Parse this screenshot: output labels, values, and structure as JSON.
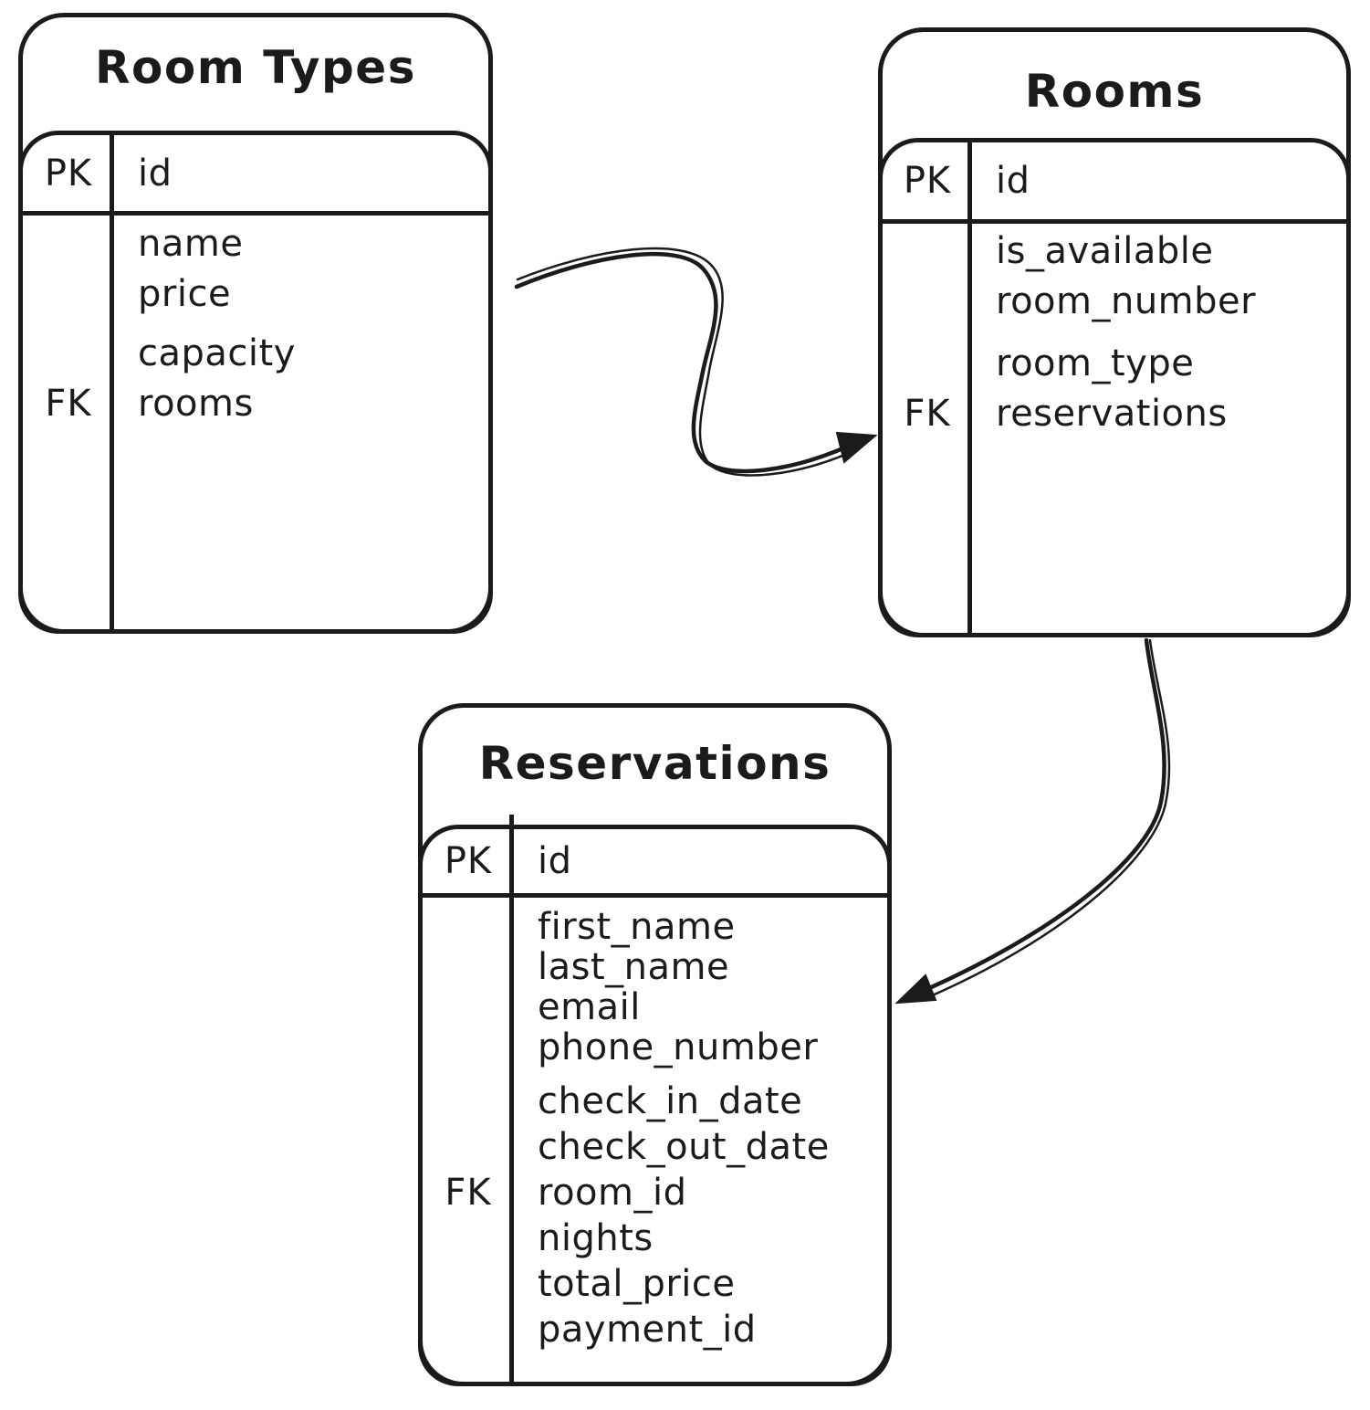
{
  "diagram": {
    "background_color": "#ffffff",
    "stroke_color": "#1b1b1b",
    "style": "hand-drawn entity relationship diagram"
  },
  "tables": [
    {
      "id": "room_types",
      "title": "Room Types",
      "pk": {
        "key": "PK",
        "field": "id"
      },
      "fields": [
        {
          "key": "",
          "name": "name"
        },
        {
          "key": "",
          "name": "price"
        },
        {
          "key": "",
          "name": "capacity"
        },
        {
          "key": "FK",
          "name": "rooms"
        }
      ]
    },
    {
      "id": "rooms",
      "title": "Rooms",
      "pk": {
        "key": "PK",
        "field": "id"
      },
      "fields": [
        {
          "key": "",
          "name": "is_available"
        },
        {
          "key": "",
          "name": "room_number"
        },
        {
          "key": "",
          "name": "room_type"
        },
        {
          "key": "FK",
          "name": "reservations"
        }
      ]
    },
    {
      "id": "reservations",
      "title": "Reservations",
      "pk": {
        "key": "PK",
        "field": "id"
      },
      "fields": [
        {
          "key": "",
          "name": "first_name"
        },
        {
          "key": "",
          "name": "last_name"
        },
        {
          "key": "",
          "name": "email"
        },
        {
          "key": "",
          "name": "phone_number"
        },
        {
          "key": "",
          "name": "check_in_date"
        },
        {
          "key": "",
          "name": "check_out_date"
        },
        {
          "key": "FK",
          "name": "room_id"
        },
        {
          "key": "",
          "name": "nights"
        },
        {
          "key": "",
          "name": "total_price"
        },
        {
          "key": "",
          "name": "payment_id"
        }
      ]
    }
  ],
  "relationships": [
    {
      "from": "Room Types",
      "to": "Rooms"
    },
    {
      "from": "Rooms",
      "to": "Reservations"
    }
  ]
}
